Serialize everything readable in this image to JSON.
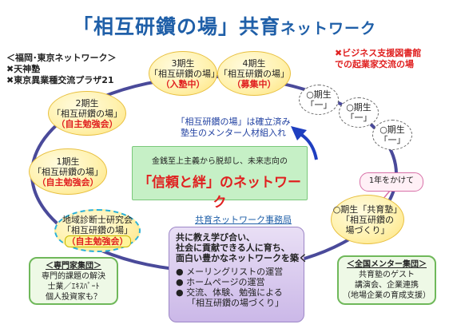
{
  "title": {
    "main": "「相互研鑽の場」共育",
    "suffix": "ネットワーク"
  },
  "top_left": "＜福岡･東京ネットワーク＞\n✖天神塾\n✖東京異業種交流プラザ21",
  "top_right": "✖ビジネス支援図書館\nでの起業家交流の場",
  "nodes": {
    "gen1": {
      "line1": "1期生",
      "line2": "「相互研鑽の場」",
      "status": "（自主勉強会）"
    },
    "gen2": {
      "line1": "2期生",
      "line2": "「相互研鑽の場」",
      "status": "（自主勉強会）"
    },
    "gen3": {
      "line1": "3期生",
      "line2": "「相互研鑽の場」",
      "status": "（入塾中）"
    },
    "gen4": {
      "line1": "4期生",
      "line2": "「相互研鑽の場」",
      "status": "（募集中）"
    },
    "future1": {
      "line1": "○期生",
      "line2": "「一」"
    },
    "future2": {
      "line1": "○期生",
      "line2": "「一」"
    },
    "future3": {
      "line1": "○期生",
      "line2": "「一」"
    },
    "research": {
      "line1": "地域診断士研究会",
      "line2": "「相互研鑽の場」",
      "status": "（自主勉強会）"
    },
    "juku": {
      "line1": "○期生「共育塾」",
      "line2": "「相互研鑽の",
      "line3": "場づくり」"
    }
  },
  "bubble": "1年をかけて",
  "middle_text": "「相互研鑽の場」は確立済み\n塾生のメンター人材組入れ",
  "center": {
    "sub": "金銭至上主義から脱却し、未来志向の",
    "big": "「信頼と絆」のネットワーク"
  },
  "office_label": "共育ネットワーク事務局",
  "office_box": {
    "head": "共に教え学び合い、\n社会に貢献できる人に育ち、\n面白い豊かなネットワークを築く",
    "items": [
      "● メーリングリストの運営",
      "● ホームページの運営",
      "● 交流、体験、勉強による",
      "「相互研鑽の場づくり」"
    ]
  },
  "expert": {
    "title": "＜専門家集団＞",
    "body": "専門的課題の解決\n士業／ｴｷｽﾊﾟｰﾄ\n個人投資家も？"
  },
  "mentor": {
    "title": "＜全国メンター集団＞",
    "body": "共育塾のゲスト\n講演会、企業連携\n（地場企業の育成支援）"
  },
  "colors": {
    "title": "#1f5fa8",
    "accent_red": "#e02020",
    "ring": "#4a4a9a"
  }
}
